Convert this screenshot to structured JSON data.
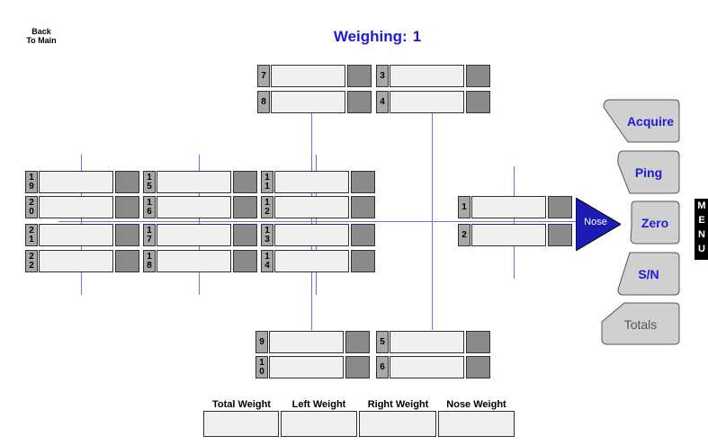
{
  "back": {
    "line1": "Back",
    "line2": "To Main"
  },
  "title": {
    "label": "Weighing:",
    "value": "1"
  },
  "tires": [
    {
      "id": "7",
      "digits": [
        "7"
      ]
    },
    {
      "id": "8",
      "digits": [
        "8"
      ]
    },
    {
      "id": "3",
      "digits": [
        "3"
      ]
    },
    {
      "id": "4",
      "digits": [
        "4"
      ]
    },
    {
      "id": "19",
      "digits": [
        "1",
        "9"
      ]
    },
    {
      "id": "20",
      "digits": [
        "2",
        "0"
      ]
    },
    {
      "id": "21",
      "digits": [
        "2",
        "1"
      ]
    },
    {
      "id": "22",
      "digits": [
        "2",
        "2"
      ]
    },
    {
      "id": "15",
      "digits": [
        "1",
        "5"
      ]
    },
    {
      "id": "16",
      "digits": [
        "1",
        "6"
      ]
    },
    {
      "id": "17",
      "digits": [
        "1",
        "7"
      ]
    },
    {
      "id": "18",
      "digits": [
        "1",
        "8"
      ]
    },
    {
      "id": "11",
      "digits": [
        "1",
        "1"
      ]
    },
    {
      "id": "12",
      "digits": [
        "1",
        "2"
      ]
    },
    {
      "id": "13",
      "digits": [
        "1",
        "3"
      ]
    },
    {
      "id": "14",
      "digits": [
        "1",
        "4"
      ]
    },
    {
      "id": "1",
      "digits": [
        "1"
      ]
    },
    {
      "id": "2",
      "digits": [
        "2"
      ]
    },
    {
      "id": "9",
      "digits": [
        "9"
      ]
    },
    {
      "id": "10",
      "digits": [
        "1",
        "0"
      ]
    },
    {
      "id": "5",
      "digits": [
        "5"
      ]
    },
    {
      "id": "6",
      "digits": [
        "6"
      ]
    }
  ],
  "nose": {
    "label": "Nose"
  },
  "side_buttons": {
    "acquire": "Acquire",
    "ping": "Ping",
    "zero": "Zero",
    "sn": "S/N",
    "totals": "Totals"
  },
  "menu": {
    "letters": [
      "M",
      "E",
      "N",
      "U"
    ]
  },
  "totals": {
    "total_weight": "Total Weight",
    "left_weight": "Left Weight",
    "right_weight": "Right Weight",
    "nose_weight": "Nose Weight"
  },
  "colors": {
    "accent_blue": "#1b1bd8",
    "nose_fill": "#1c1cb4",
    "button_grey": "#d0d0d0"
  }
}
